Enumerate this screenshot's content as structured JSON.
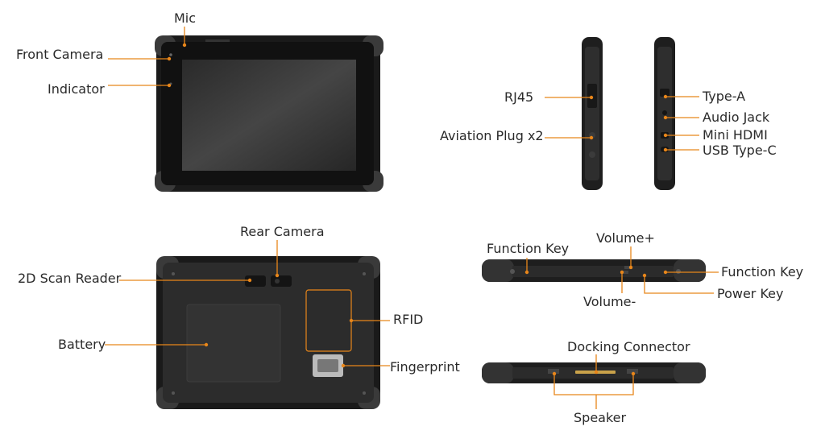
{
  "colors": {
    "accent": "#e8861a",
    "device_body": "#2b2b2b",
    "device_edge": "#111111",
    "screen": "#3a3a3a"
  },
  "front_view": {
    "mic": "Mic",
    "front_camera": "Front Camera",
    "indicator": "Indicator"
  },
  "left_side_view": {
    "rj45": "RJ45",
    "aviation_plug": "Aviation Plug x2"
  },
  "right_side_view": {
    "type_a": "Type-A",
    "audio_jack": "Audio Jack",
    "mini_hdmi": "Mini HDMI",
    "usb_type_c": "USB Type-C"
  },
  "rear_view": {
    "rear_camera": "Rear Camera",
    "scan_reader": "2D Scan Reader",
    "battery": "Battery",
    "rfid": "RFID",
    "fingerprint": "Fingerprint"
  },
  "top_edge_view": {
    "function_key_left": "Function Key",
    "volume_plus": "Volume+",
    "function_key_right": "Function Key",
    "volume_minus": "Volume-",
    "power_key": "Power Key"
  },
  "bottom_edge_view": {
    "docking_connector": "Docking Connector",
    "speaker": "Speaker"
  }
}
